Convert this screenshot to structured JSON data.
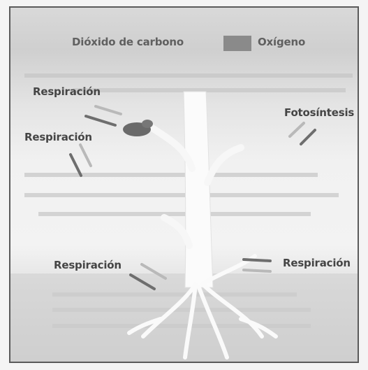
{
  "legend": {
    "co2_label": "Dióxido de carbono",
    "o2_label": "Oxígeno",
    "o2_color": "#8a8a8a"
  },
  "labels": {
    "respiracion_animal_top": "Respiración",
    "respiracion_leaf": "Respiración",
    "fotosintesis": "Fotosíntesis",
    "respiracion_root_left": "Respiración",
    "respiracion_root_right": "Respiración"
  },
  "colors": {
    "co2_arrow": "#b9b9b9",
    "o2_arrow": "#6e6e6e",
    "label_text": "#454545"
  }
}
